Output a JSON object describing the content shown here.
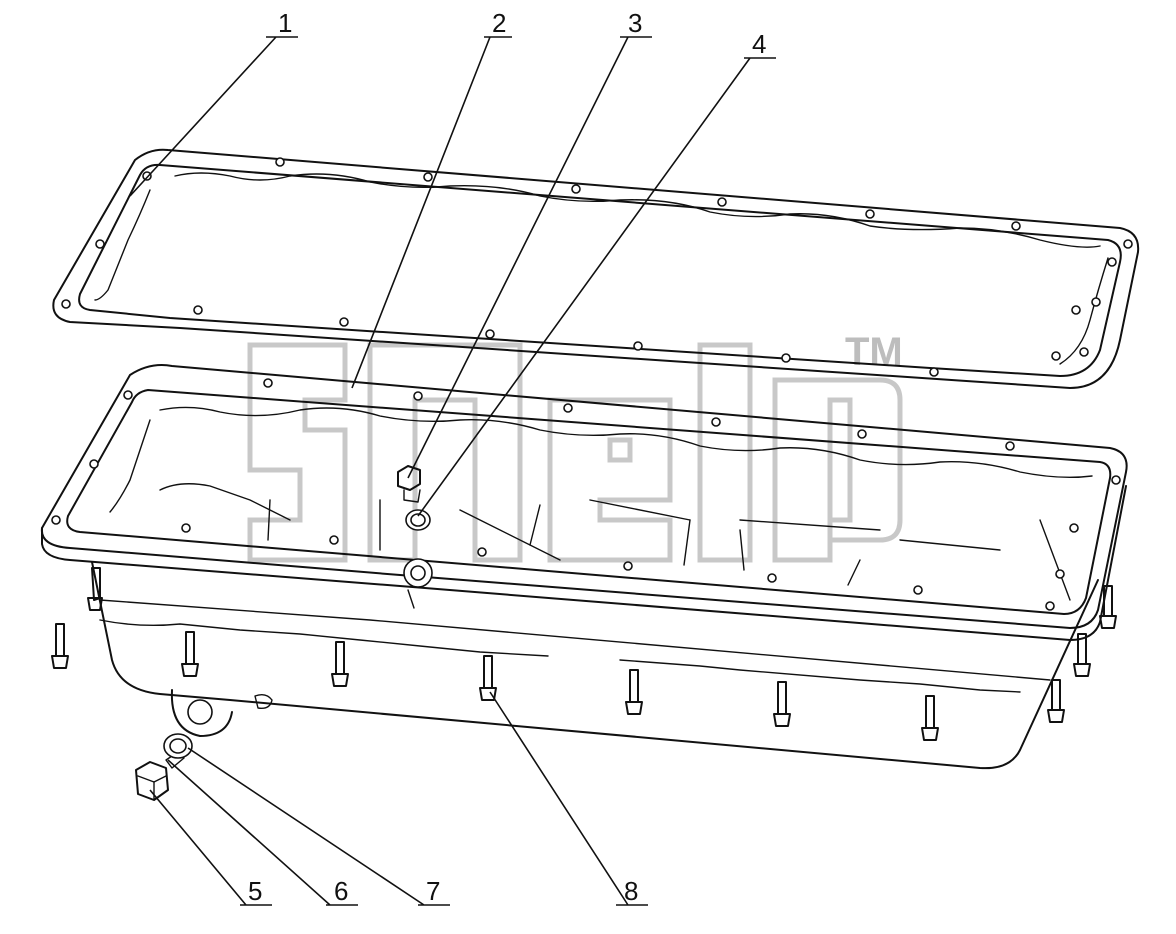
{
  "watermark": {
    "mark": "TM",
    "color": "#c8c8c8"
  },
  "callouts": [
    {
      "id": "1",
      "label": "1"
    },
    {
      "id": "2",
      "label": "2"
    },
    {
      "id": "3",
      "label": "3"
    },
    {
      "id": "4",
      "label": "4"
    },
    {
      "id": "5",
      "label": "5"
    },
    {
      "id": "6",
      "label": "6"
    },
    {
      "id": "7",
      "label": "7"
    },
    {
      "id": "8",
      "label": "8"
    }
  ],
  "colors": {
    "line": "#111111",
    "background": "#ffffff"
  }
}
